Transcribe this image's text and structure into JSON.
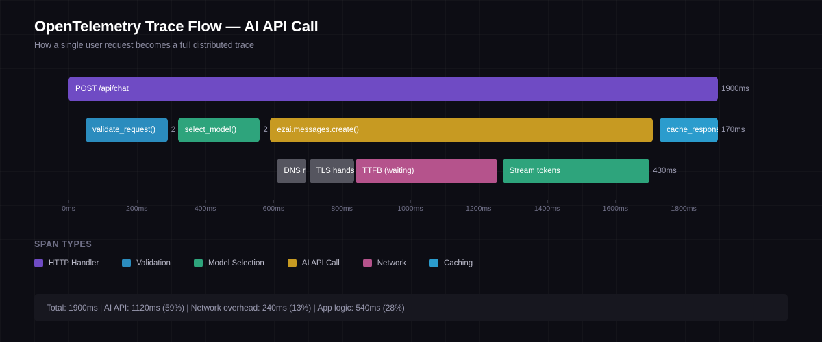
{
  "header": {
    "title": "OpenTelemetry Trace Flow — AI API Call",
    "subtitle": "How a single user request becomes a full distributed trace"
  },
  "colors": {
    "background": "#0d0d14",
    "http_handler": "#6f4bc4",
    "validation": "#2b8cbe",
    "model_selection": "#2ea47c",
    "ai_api_call": "#c79a22",
    "network": "#b5538c",
    "caching": "#2b9ccd",
    "neutral": "#55555f",
    "panel": "#17171f"
  },
  "chart_data": {
    "type": "bar",
    "title": "OpenTelemetry Trace Flow — AI API Call",
    "subtitle": "How a single user request becomes a full distributed trace",
    "orientation": "horizontal",
    "xlabel": "",
    "ylabel": "",
    "xlim": [
      0,
      1900
    ],
    "axis_ticks": [
      "0ms",
      "200ms",
      "400ms",
      "600ms",
      "800ms",
      "1000ms",
      "1200ms",
      "1400ms",
      "1600ms",
      "1800ms"
    ],
    "axis_tick_values": [
      0,
      200,
      400,
      600,
      800,
      1000,
      1200,
      1400,
      1600,
      1800
    ],
    "grid": true,
    "legend_position": "bottom-left",
    "rows": [
      {
        "row": 0,
        "spans": [
          {
            "label": "POST /api/chat",
            "start": 0,
            "duration": 1900,
            "duration_label": "1900ms",
            "type": "HTTP Handler",
            "color": "#6f4bc4"
          }
        ]
      },
      {
        "row": 1,
        "spans": [
          {
            "label": "validate_request()",
            "start": 50,
            "duration": 240,
            "duration_label": "2",
            "type": "Validation",
            "color": "#2b8cbe"
          },
          {
            "label": "select_model()",
            "start": 320,
            "duration": 240,
            "duration_label": "2",
            "type": "Model Selection",
            "color": "#2ea47c"
          },
          {
            "label": "ezai.messages.create()",
            "start": 590,
            "duration": 1120,
            "duration_label": "",
            "type": "AI API Call",
            "color": "#c79a22"
          },
          {
            "label": "cache_response()",
            "start": 1730,
            "duration": 170,
            "duration_label": "170ms",
            "type": "Caching",
            "color": "#2b9ccd"
          }
        ]
      },
      {
        "row": 2,
        "spans": [
          {
            "label": "DNS resolve",
            "start": 610,
            "duration": 85,
            "duration_label": "",
            "type": "Network",
            "color": "#55555f"
          },
          {
            "label": "TLS handshake",
            "start": 705,
            "duration": 130,
            "duration_label": "",
            "type": "Network",
            "color": "#55555f"
          },
          {
            "label": "TTFB (waiting)",
            "start": 840,
            "duration": 415,
            "duration_label": "",
            "type": "Network",
            "color": "#b5538c"
          },
          {
            "label": "Stream tokens",
            "start": 1270,
            "duration": 430,
            "duration_label": "430ms",
            "type": "Model Selection",
            "color": "#2ea47c"
          }
        ]
      }
    ],
    "legend": [
      {
        "label": "HTTP Handler",
        "color": "#6f4bc4"
      },
      {
        "label": "Validation",
        "color": "#2b8cbe"
      },
      {
        "label": "Model Selection",
        "color": "#2ea47c"
      },
      {
        "label": "AI API Call",
        "color": "#c79a22"
      },
      {
        "label": "Network",
        "color": "#b5538c"
      },
      {
        "label": "Caching",
        "color": "#2b9ccd"
      }
    ]
  },
  "legend_title": "SPAN TYPES",
  "footer": {
    "summary": "Total: 1900ms  |  AI API: 1120ms (59%)  |  Network overhead: 240ms (13%)  |  App logic: 540ms (28%)"
  }
}
